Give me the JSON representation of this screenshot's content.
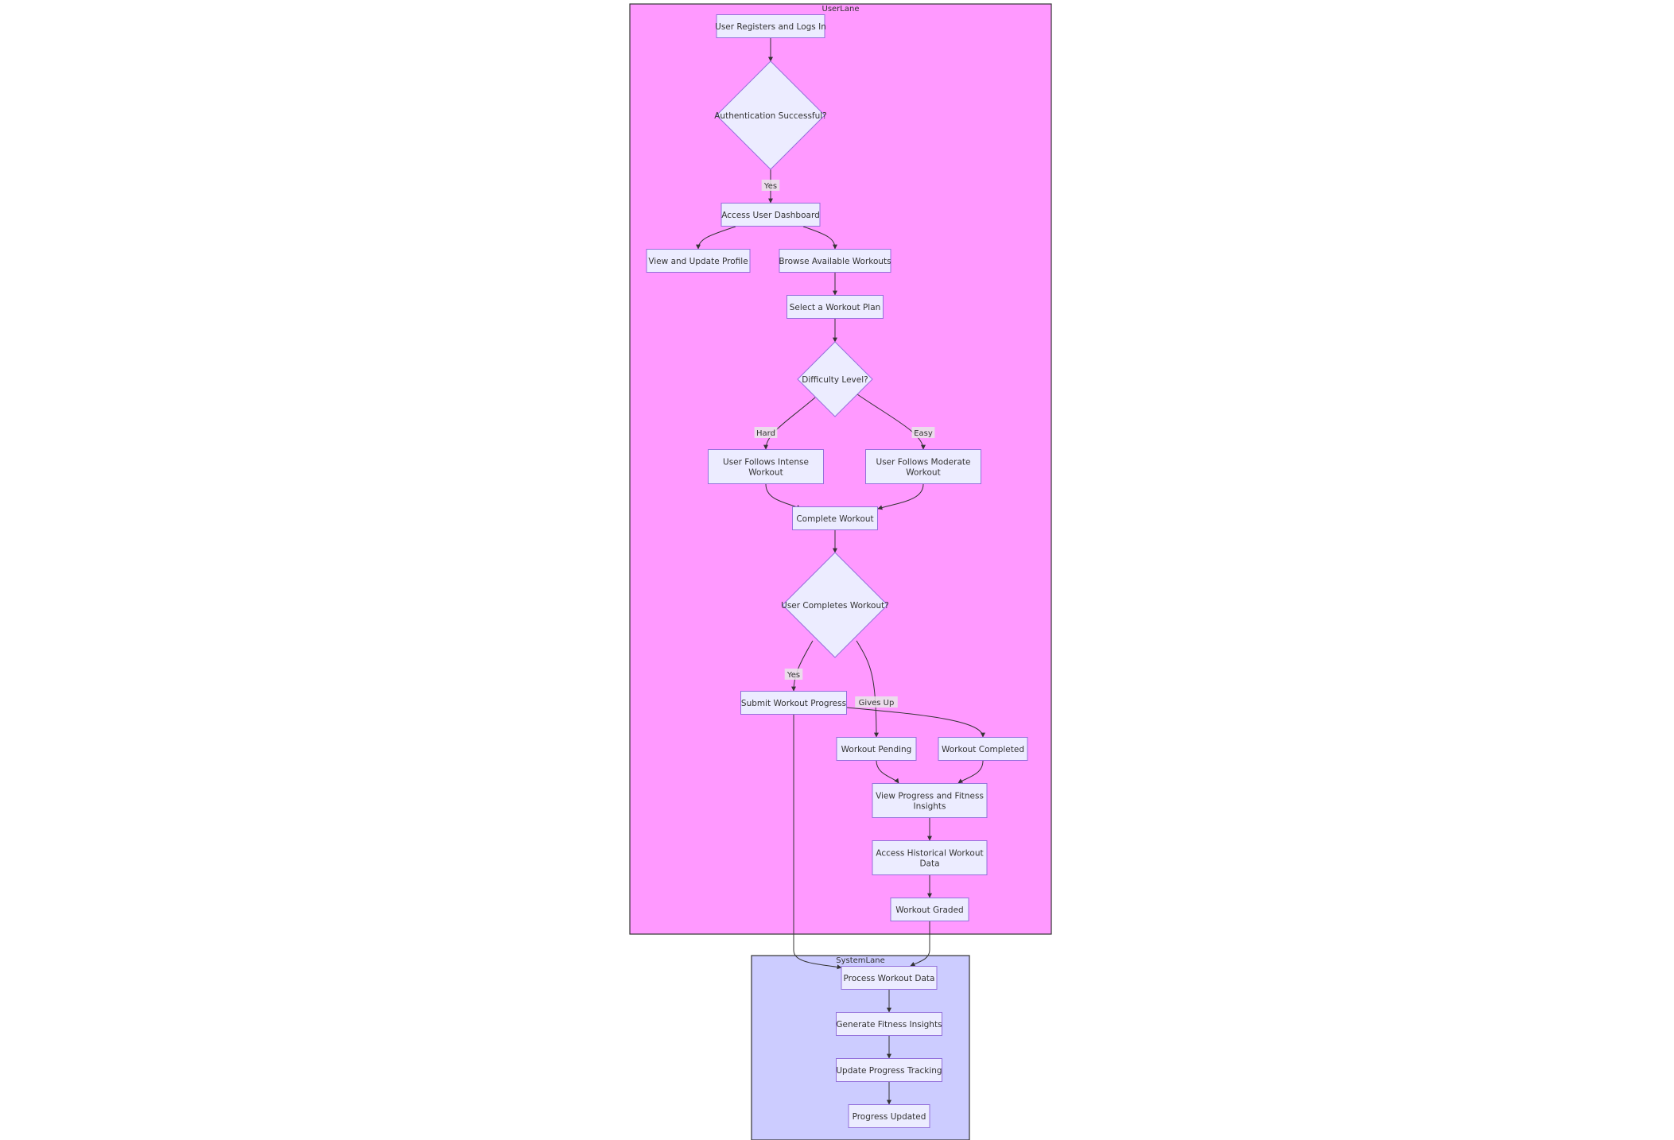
{
  "colors": {
    "user_lane_fill": "#ff99ff",
    "system_lane_fill": "#ccccff",
    "node_fill": "#ececff",
    "node_stroke": "#9370db",
    "edge": "#333333",
    "label_bg": "#e8e8e8"
  },
  "lanes": {
    "user": {
      "title": "UserLane"
    },
    "system": {
      "title": "SystemLane"
    }
  },
  "nodes": {
    "register": [
      "User Registers and Logs In"
    ],
    "auth": [
      "Authentication Successful?"
    ],
    "dashboard": [
      "Access User Dashboard"
    ],
    "profile": [
      "View and Update Profile"
    ],
    "browse": [
      "Browse Available Workouts"
    ],
    "select": [
      "Select a Workout Plan"
    ],
    "difficulty": [
      "Difficulty Level?"
    ],
    "intense": [
      "User Follows Intense",
      "Workout"
    ],
    "moderate": [
      "User Follows Moderate",
      "Workout"
    ],
    "complete": [
      "Complete Workout"
    ],
    "completes": [
      "User Completes Workout?"
    ],
    "submit": [
      "Submit Workout Progress"
    ],
    "pending": [
      "Workout Pending"
    ],
    "completed": [
      "Workout Completed"
    ],
    "insights_view": [
      "View Progress and Fitness",
      "Insights"
    ],
    "historical": [
      "Access Historical Workout",
      "Data"
    ],
    "graded": [
      "Workout Graded"
    ],
    "process": [
      "Process Workout Data"
    ],
    "generate": [
      "Generate Fitness Insights"
    ],
    "tracking": [
      "Update Progress Tracking"
    ],
    "updated": [
      "Progress Updated"
    ]
  },
  "edge_labels": {
    "auth_yes": "Yes",
    "hard": "Hard",
    "easy": "Easy",
    "completes_yes": "Yes",
    "gives_up": "Gives Up"
  }
}
